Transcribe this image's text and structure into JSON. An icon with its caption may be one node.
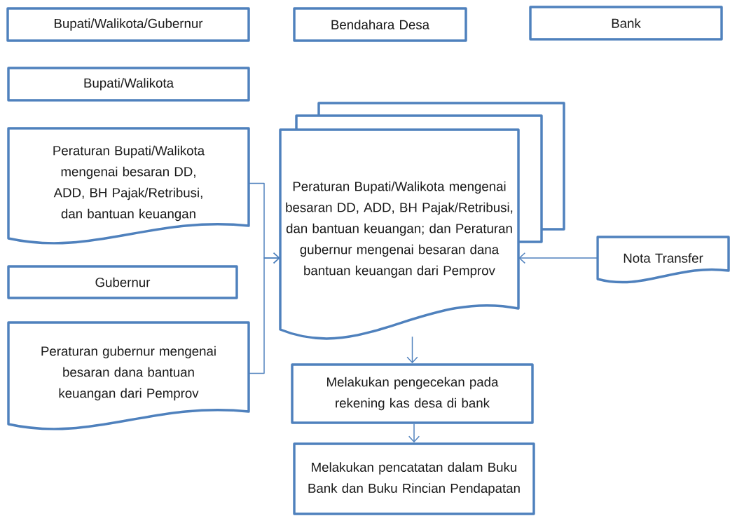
{
  "diagram": {
    "nodes": [
      {
        "text": [
          "Bupati/Walikota/Gubernur"
        ]
      },
      {
        "text": [
          "Bendahara Desa"
        ]
      },
      {
        "text": [
          "Bank"
        ]
      },
      {
        "text": [
          "Bupati/Walikota"
        ]
      },
      {
        "text": [
          "Peraturan Bupati/Walikota mengenai besaran DD, ADD, BH Pajak/Retribusi, dan bantuan keuangan"
        ]
      },
      {
        "text": [
          "Gubernur"
        ]
      },
      {
        "text": [
          "Peraturan gubernur mengenai besaran dana bantuan keuangan dari Pemprov"
        ]
      },
      {
        "text": [
          "Peraturan Bupati/Walikota mengenai besaran DD, ADD, BH Pajak/Retribusi, dan bantuan keuangan; dan Peraturan gubernur mengenai besaran dana bantuan keuangan dari Pemprov"
        ]
      },
      {
        "text": [
          "Nota Transfer"
        ]
      },
      {
        "text": [
          "Melakukan pengecekan pada rekening kas desa di bank"
        ]
      },
      {
        "text": [
          "Melakukan pencatatan dalam Buku Bank dan Buku Rincian Pendapatan"
        ]
      }
    ],
    "edges": [
      {
        "from": 4,
        "to": 7,
        "arrow": "to"
      },
      {
        "from": 6,
        "to": 7,
        "arrow": "to"
      },
      {
        "from": 8,
        "to": 7,
        "arrow": "to"
      },
      {
        "from": 7,
        "to": 9,
        "arrow": "to"
      },
      {
        "from": 9,
        "to": 10,
        "arrow": "to"
      }
    ]
  }
}
